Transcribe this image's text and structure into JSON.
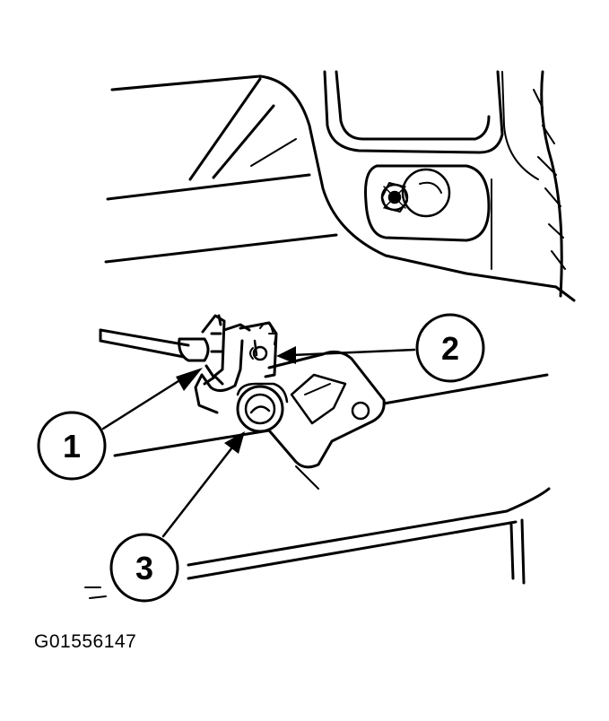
{
  "diagram": {
    "callouts": [
      {
        "id": "1",
        "label": "1"
      },
      {
        "id": "2",
        "label": "2"
      },
      {
        "id": "3",
        "label": "3"
      }
    ],
    "figure_id": "G01556147",
    "colors": {
      "ink": "#000000",
      "paper": "#ffffff"
    }
  }
}
